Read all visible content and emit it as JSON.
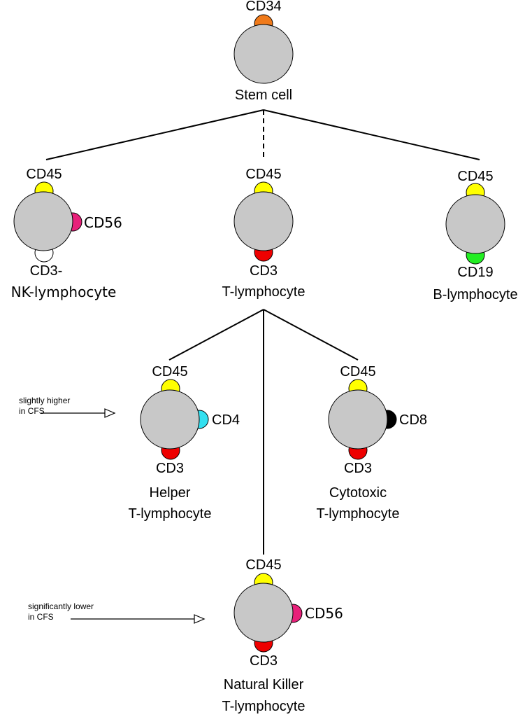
{
  "colors": {
    "cell": "#c8c8c8",
    "cd34": "#f07a1a",
    "cd45": "#ffff00",
    "cd56": "#e8207a",
    "cd3neg": "#ffffff",
    "cd3": "#ee0000",
    "cd19": "#22ee22",
    "cd4": "#33e0f0",
    "cd8": "#000000"
  },
  "stem": {
    "marker": "CD34",
    "name": "Stem cell"
  },
  "nk": {
    "top": "CD45",
    "side": "CD56",
    "bottom": "CD3-",
    "name": "NK-lymphocyte"
  },
  "t": {
    "top": "CD45",
    "bottom": "CD3",
    "name": "T-lymphocyte"
  },
  "b": {
    "top": "CD45",
    "bottom": "CD19",
    "name": "B-lymphocyte"
  },
  "helper": {
    "top": "CD45",
    "side": "CD4",
    "bottom": "CD3",
    "name_line1": "Helper",
    "name_line2": "T-lymphocyte"
  },
  "cytotoxic": {
    "top": "CD45",
    "side": "CD8",
    "bottom": "CD3",
    "name_line1": "Cytotoxic",
    "name_line2": "T-lymphocyte"
  },
  "nkt": {
    "top": "CD45",
    "side": "CD56",
    "bottom": "CD3",
    "name_line1": "Natural Killer",
    "name_line2": "T-lymphocyte"
  },
  "notes": {
    "helper_line1": "slightly higher",
    "helper_line2": "in CFS",
    "nkt_line1": "significantly lower",
    "nkt_line2": "in CFS"
  }
}
